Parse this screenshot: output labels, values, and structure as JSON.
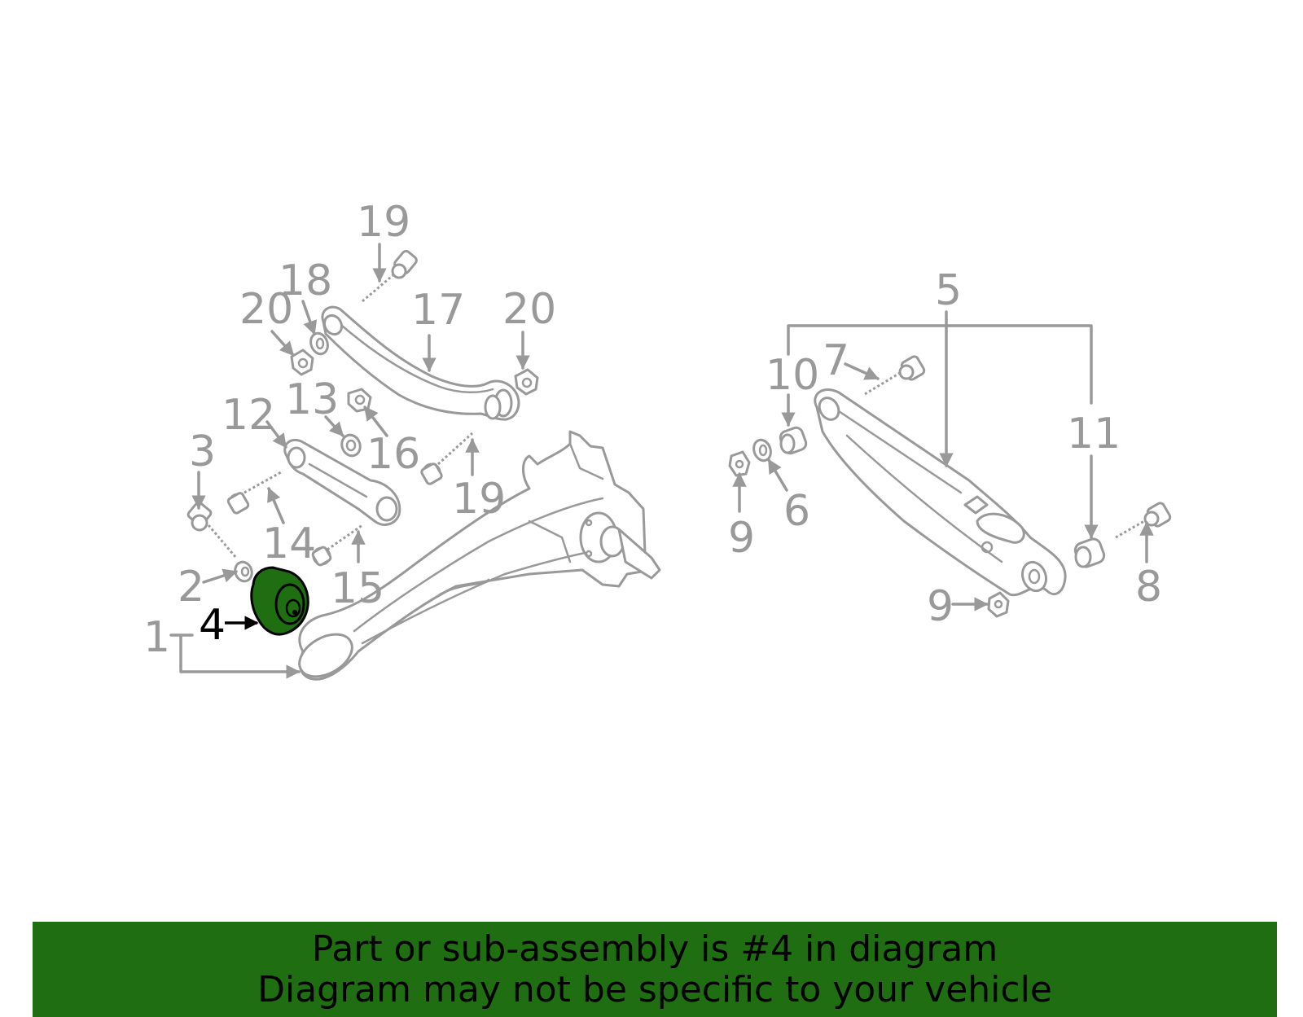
{
  "callouts": {
    "c1": "1",
    "c2": "2",
    "c3": "3",
    "c4": "4",
    "c5": "5",
    "c6": "6",
    "c7": "7",
    "c8": "8",
    "c9a": "9",
    "c9b": "9",
    "c10": "10",
    "c11": "11",
    "c12": "12",
    "c13": "13",
    "c14": "14",
    "c15": "15",
    "c16": "16",
    "c17": "17",
    "c18": "18",
    "c19a": "19",
    "c19b": "19",
    "c20a": "20",
    "c20b": "20"
  },
  "highlighted_callout": "4",
  "banner": {
    "line1": "Part or sub-assembly is #4 in diagram",
    "line2": "Diagram may not be specific to your vehicle"
  },
  "colors": {
    "banner_background": "#1f6e12",
    "highlight_part": "#1f6e12",
    "diagram_gray": "#999999",
    "text": "#000000"
  }
}
